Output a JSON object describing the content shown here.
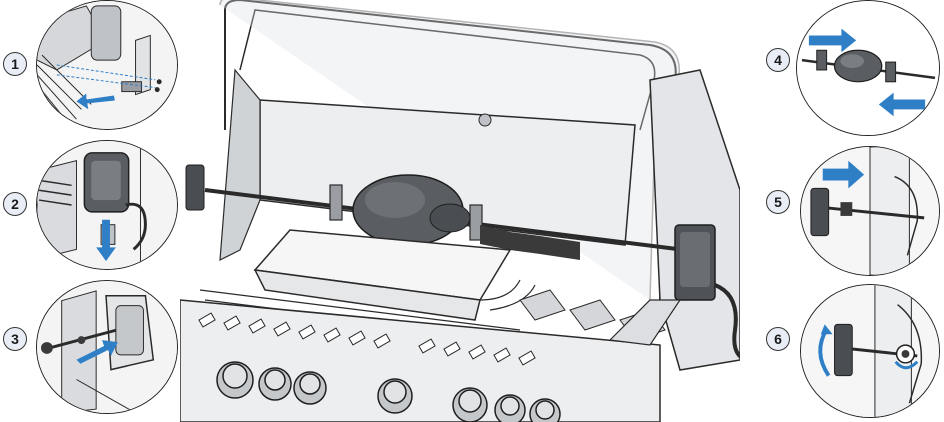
{
  "steps": [
    {
      "number": "1",
      "icon": "bracket-mount-icon"
    },
    {
      "number": "2",
      "icon": "motor-mount-icon"
    },
    {
      "number": "3",
      "icon": "spit-insert-icon"
    },
    {
      "number": "4",
      "icon": "forks-slide-icon"
    },
    {
      "number": "5",
      "icon": "handle-attach-icon"
    },
    {
      "number": "6",
      "icon": "handle-rotate-icon"
    }
  ],
  "colors": {
    "arrow": "#2f7fc7",
    "line": "#2a2a2a",
    "metal": "#c9ccd0",
    "dark": "#3a3a3a",
    "badge_fill": "#e9eef6"
  }
}
